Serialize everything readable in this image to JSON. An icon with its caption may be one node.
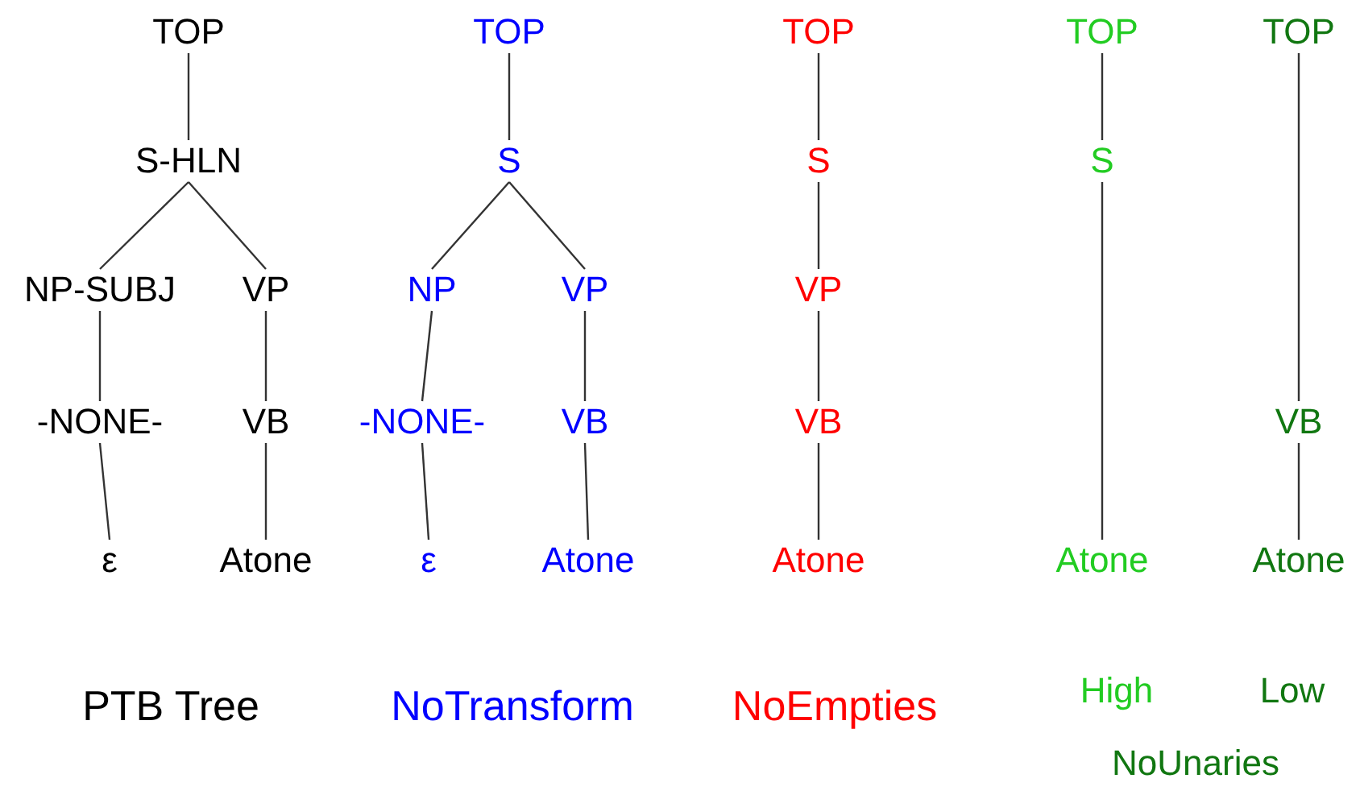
{
  "diagram": {
    "nodes": [
      {
        "text": [
          "TOP"
        ]
      },
      {
        "text": [
          "S-HLN"
        ]
      },
      {
        "text": [
          "NP-SUBJ"
        ]
      },
      {
        "text": [
          "VP"
        ]
      },
      {
        "text": [
          "-NONE-"
        ]
      },
      {
        "text": [
          "VB"
        ]
      },
      {
        "text": [
          "ε"
        ]
      },
      {
        "text": [
          "Atone"
        ]
      },
      {
        "text": [
          "TOP"
        ]
      },
      {
        "text": [
          "S"
        ]
      },
      {
        "text": [
          "NP"
        ]
      },
      {
        "text": [
          "VP"
        ]
      },
      {
        "text": [
          "-NONE-"
        ]
      },
      {
        "text": [
          "VB"
        ]
      },
      {
        "text": [
          "ε"
        ]
      },
      {
        "text": [
          "Atone"
        ]
      },
      {
        "text": [
          "TOP"
        ]
      },
      {
        "text": [
          "S"
        ]
      },
      {
        "text": [
          "VP"
        ]
      },
      {
        "text": [
          "VB"
        ]
      },
      {
        "text": [
          "Atone"
        ]
      },
      {
        "text": [
          "TOP"
        ]
      },
      {
        "text": [
          "S"
        ]
      },
      {
        "text": [
          "Atone"
        ]
      },
      {
        "text": [
          "TOP"
        ]
      },
      {
        "text": [
          "VB"
        ]
      },
      {
        "text": [
          "Atone"
        ]
      }
    ],
    "edges": [
      {
        "from": 0,
        "to": 1,
        "arrow": "none"
      },
      {
        "from": 1,
        "to": 2,
        "arrow": "none"
      },
      {
        "from": 1,
        "to": 3,
        "arrow": "none"
      },
      {
        "from": 2,
        "to": 4,
        "arrow": "none"
      },
      {
        "from": 3,
        "to": 5,
        "arrow": "none"
      },
      {
        "from": 4,
        "to": 6,
        "arrow": "none"
      },
      {
        "from": 5,
        "to": 7,
        "arrow": "none"
      },
      {
        "from": 8,
        "to": 9,
        "arrow": "none"
      },
      {
        "from": 9,
        "to": 10,
        "arrow": "none"
      },
      {
        "from": 9,
        "to": 11,
        "arrow": "none"
      },
      {
        "from": 10,
        "to": 12,
        "arrow": "none"
      },
      {
        "from": 11,
        "to": 13,
        "arrow": "none"
      },
      {
        "from": 12,
        "to": 14,
        "arrow": "none"
      },
      {
        "from": 13,
        "to": 15,
        "arrow": "none"
      },
      {
        "from": 16,
        "to": 17,
        "arrow": "none"
      },
      {
        "from": 17,
        "to": 18,
        "arrow": "none"
      },
      {
        "from": 18,
        "to": 19,
        "arrow": "none"
      },
      {
        "from": 19,
        "to": 20,
        "arrow": "none"
      },
      {
        "from": 21,
        "to": 22,
        "arrow": "none"
      },
      {
        "from": 22,
        "to": 23,
        "arrow": "none"
      },
      {
        "from": 24,
        "to": 25,
        "arrow": "none"
      },
      {
        "from": 25,
        "to": 26,
        "arrow": "none"
      }
    ],
    "labels": [
      "PTB Tree",
      "NoTransform",
      "NoEmpties",
      "High",
      "Low",
      "NoUnaries"
    ]
  }
}
